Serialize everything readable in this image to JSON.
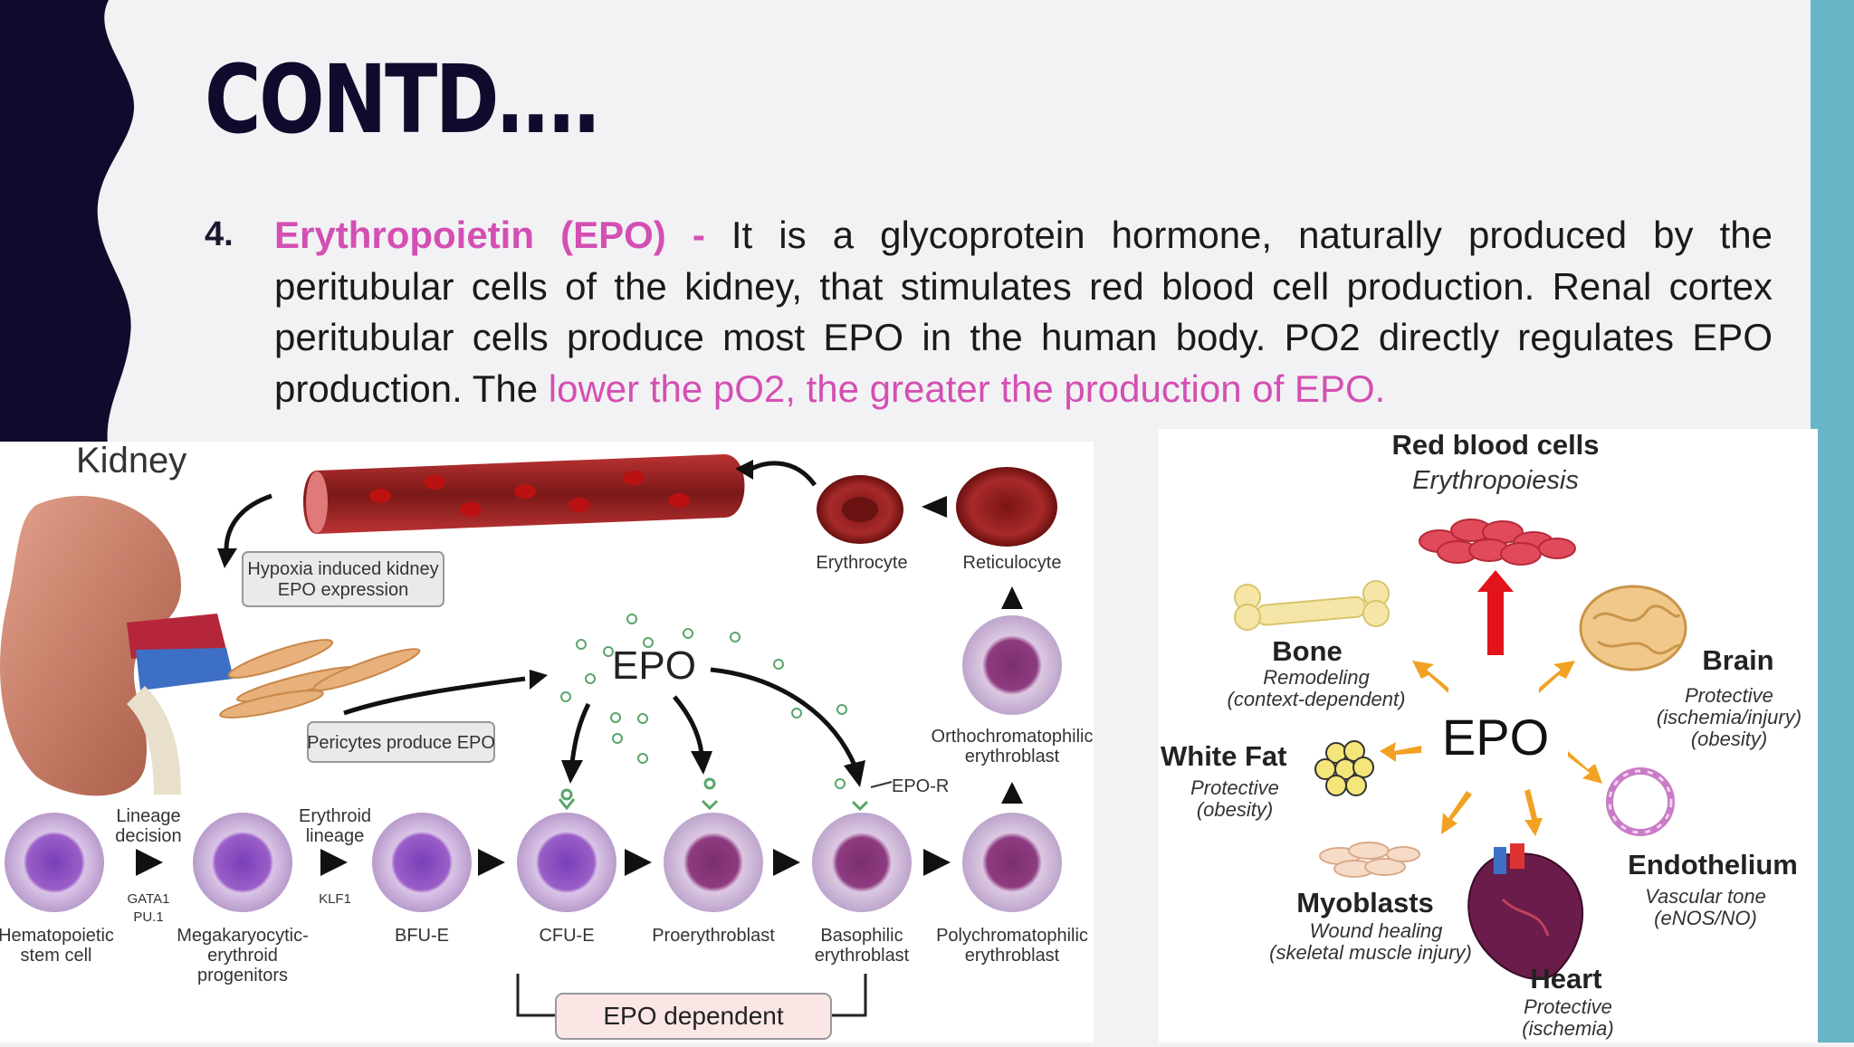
{
  "slide": {
    "title": "CONTD….",
    "item_number": "4.",
    "term": "Erythropoietin (EPO) -",
    "body": " It is a glycoprotein hormone, naturally produced by the peritubular cells of the kidney, that stimulates red blood cell production. Renal cortex peritubular cells produce most EPO in the human body. PO2 directly regulates EPO production. The ",
    "highlight": "lower the pO2, the greater the production of EPO."
  },
  "left_figure": {
    "kidney": "Kidney",
    "hypoxia_l1": "Hypoxia induced kidney",
    "hypoxia_l2": "EPO expression",
    "erythrocyte": "Erythrocyte",
    "reticulocyte": "Reticulocyte",
    "epo": "EPO",
    "pericytes": "Pericytes produce EPO",
    "ortho_l1": "Orthochromatophilic",
    "ortho_l2": "erythroblast",
    "epo_r": "EPO-R",
    "lineage_l1": "Lineage",
    "lineage_l2": "decision",
    "erythroid_l1": "Erythroid",
    "erythroid_l2": "lineage",
    "gata1": "GATA1",
    "pu1": "PU.1",
    "klf1": "KLF1",
    "hsc_l1": "Hematopoietic",
    "hsc_l2": "stem cell",
    "mk_l1": "Megakaryocytic-",
    "mk_l2": "erythroid",
    "mk_l3": "progenitors",
    "bfue": "BFU-E",
    "cfue": "CFU-E",
    "proery": "Proerythroblast",
    "baso_l1": "Basophilic",
    "baso_l2": "erythroblast",
    "poly_l1": "Polychromatophilic",
    "poly_l2": "erythroblast",
    "epo_dependent": "EPO dependent"
  },
  "right_figure": {
    "rbc_title": "Red blood cells",
    "rbc_sub": "Erythropoiesis",
    "center": "EPO",
    "bone": "Bone",
    "bone_sub1": "Remodeling",
    "bone_sub2": "(context-dependent)",
    "brain": "Brain",
    "brain_sub1": "Protective",
    "brain_sub2": "(ischemia/injury)",
    "brain_sub3": "(obesity)",
    "fat": "White Fat",
    "fat_sub1": "Protective",
    "fat_sub2": "(obesity)",
    "endo": "Endothelium",
    "endo_sub1": "Vascular tone",
    "endo_sub2": "(eNOS/NO)",
    "myo": "Myoblasts",
    "myo_sub1": "Wound healing",
    "myo_sub2": "(skeletal muscle injury)",
    "heart": "Heart",
    "heart_sub1": "Protective",
    "heart_sub2": "(ischemia)"
  },
  "colors": {
    "navy": "#100b2c",
    "accent_pink": "#d44fb3",
    "teal": "#67b5c6"
  }
}
